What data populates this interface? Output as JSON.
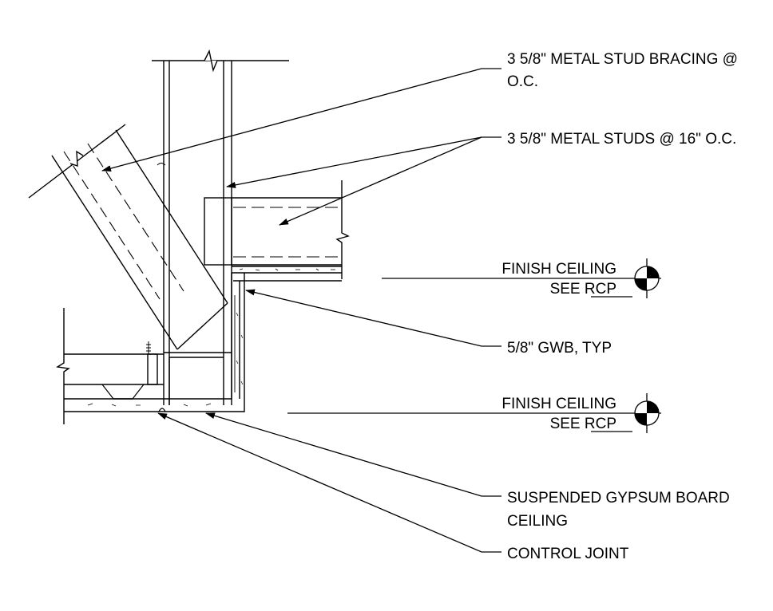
{
  "labels": {
    "bracing_line1": "3 5/8\" METAL STUD BRACING @",
    "bracing_line2": "O.C.",
    "studs": "3 5/8\" METAL STUDS @ 16\" O.C.",
    "finish_ceiling_upper_line1": "FINISH CEILING",
    "finish_ceiling_upper_line2": "SEE RCP",
    "gwb": "5/8\" GWB, TYP",
    "finish_ceiling_lower_line1": "FINISH CEILING",
    "finish_ceiling_lower_line2": "SEE RCP",
    "suspended_line1": "SUSPENDED GYPSUM BOARD",
    "suspended_line2": "CEILING",
    "control_joint": "CONTROL JOINT"
  },
  "colors": {
    "ink": "#000000",
    "background": "#ffffff"
  }
}
